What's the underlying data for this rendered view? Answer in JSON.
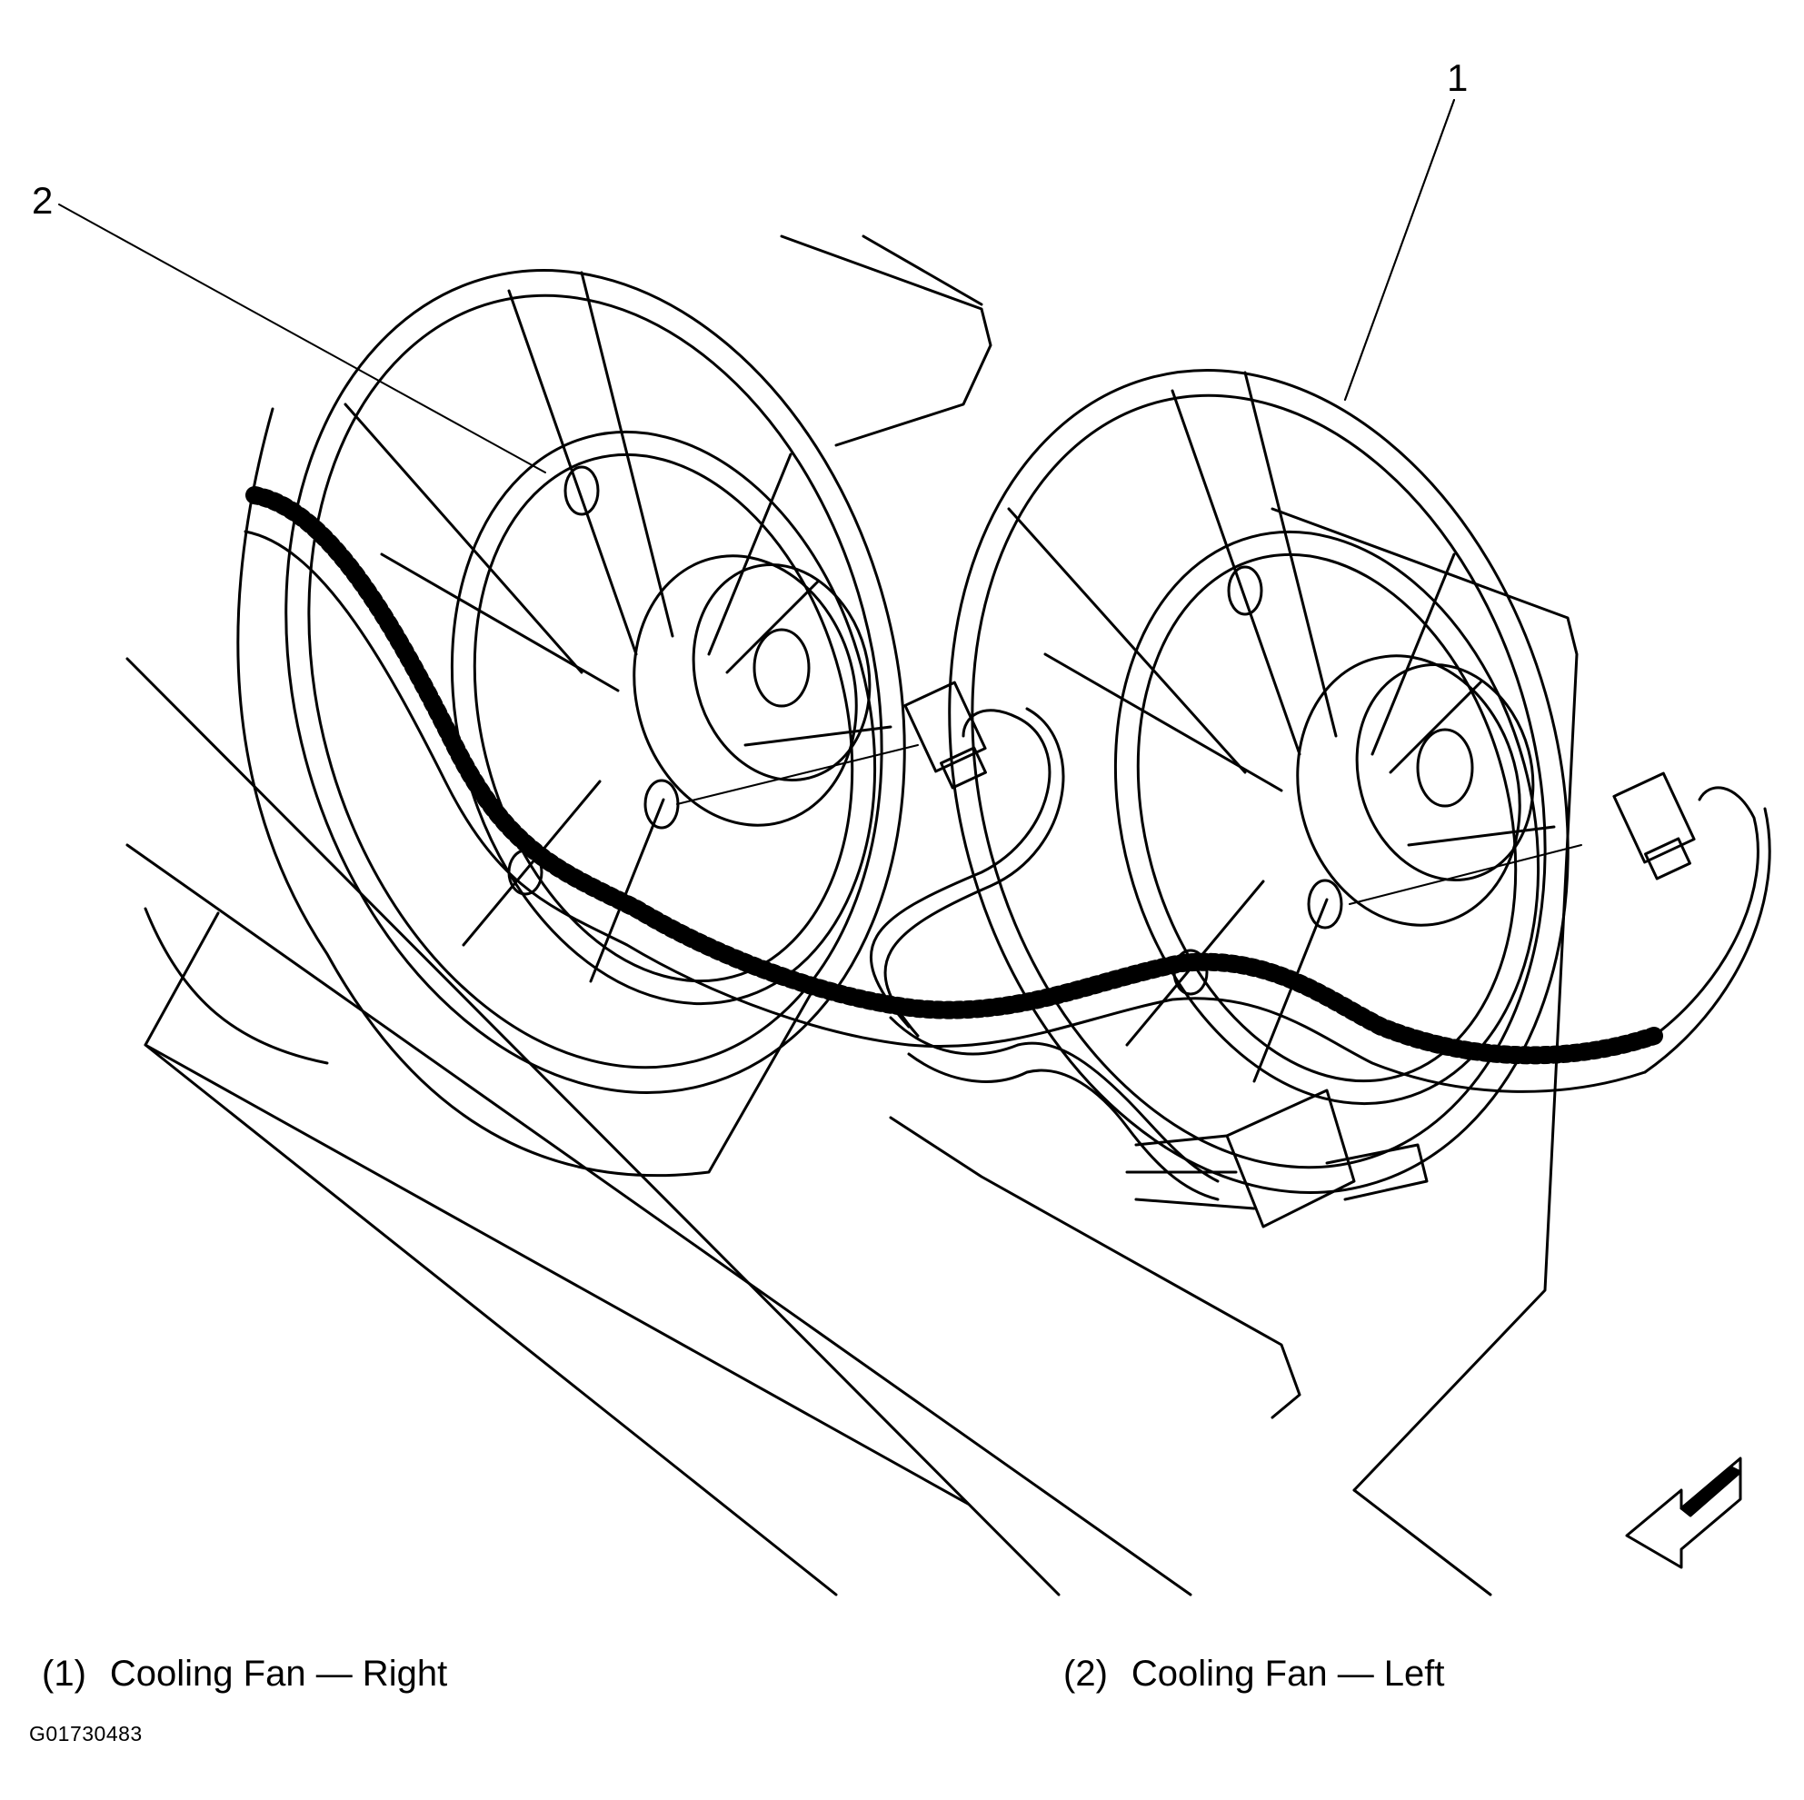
{
  "diagram": {
    "callouts": [
      {
        "number": "1"
      },
      {
        "number": "2"
      }
    ]
  },
  "legend": [
    {
      "number": "(1)",
      "label": "Cooling Fan — Right"
    },
    {
      "number": "(2)",
      "label": "Cooling Fan — Left"
    }
  ],
  "figure_id": "G01730483"
}
